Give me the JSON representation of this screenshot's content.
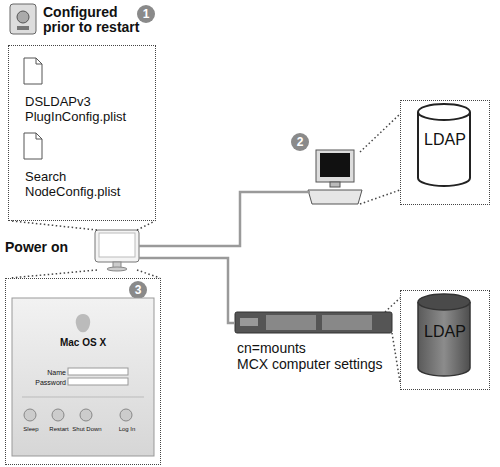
{
  "diagram": {
    "nodes": [
      {
        "text": [
          "Configured prior to restart"
        ]
      },
      {
        "text": [
          "DSLDAPv3 PlugInConfig.plist"
        ],
        "in": 0
      },
      {
        "text": [
          "Search NodeConfig.plist"
        ],
        "in": 0
      },
      {
        "text": [
          "Power on"
        ]
      },
      {
        "text": [
          "2"
        ]
      },
      {
        "text": [
          "LDAP"
        ]
      },
      {
        "text": [
          "cn=mounts",
          "MCX computer settings"
        ]
      },
      {
        "text": [
          "LDAP"
        ]
      },
      {
        "text": [
          "Mac OS X",
          "Name",
          "Password",
          "Sleep",
          "Restart",
          "Shut Down",
          "Log In"
        ]
      }
    ],
    "edges": [
      {
        "from": 3,
        "to": 4,
        "arrow": "none"
      },
      {
        "from": 3,
        "to": 6,
        "arrow": "none"
      },
      {
        "from": 4,
        "to": 5,
        "arrow": "none"
      },
      {
        "from": 6,
        "to": 7,
        "arrow": "none"
      },
      {
        "from": 3,
        "to": 0,
        "arrow": "none"
      },
      {
        "from": 3,
        "to": 8,
        "arrow": "none"
      }
    ],
    "labels": [
      "1",
      "3"
    ]
  }
}
